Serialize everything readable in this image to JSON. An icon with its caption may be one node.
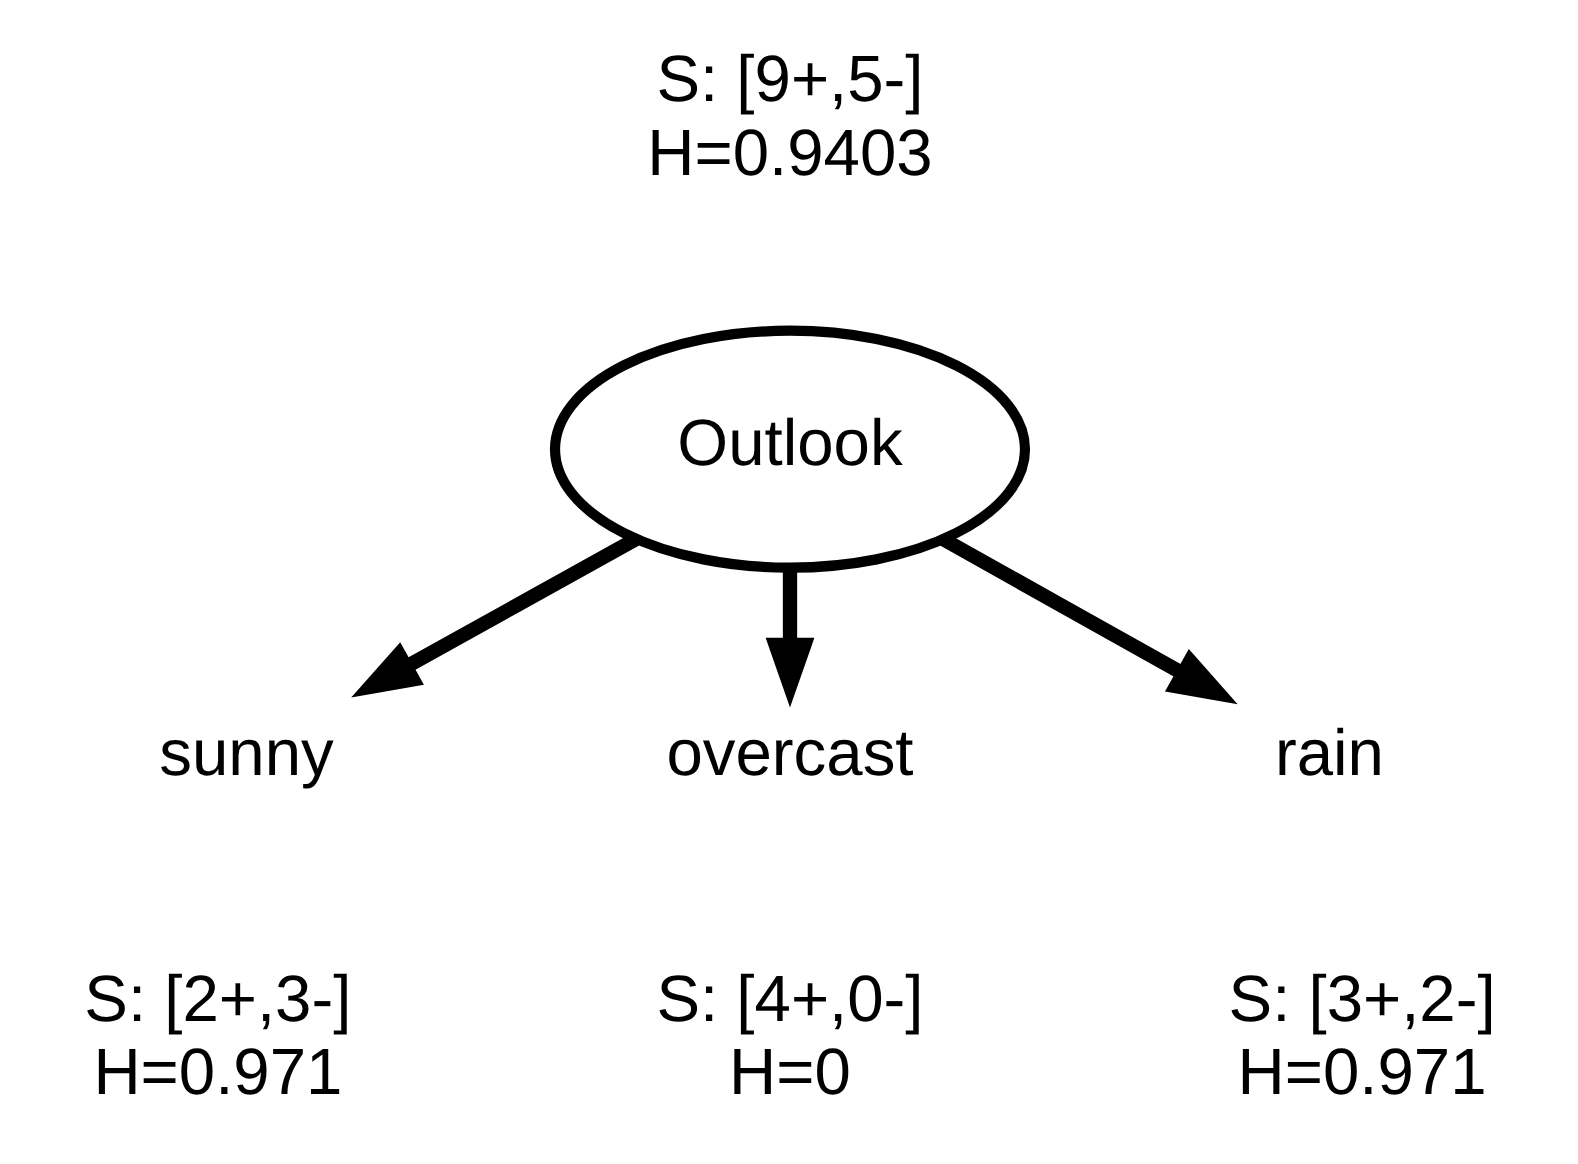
{
  "diagram": {
    "nodes": [
      {
        "text": [
          "Outlook"
        ],
        "beside": [
          "S: [9+,5-]",
          "H=0.9403"
        ]
      },
      {
        "text": [
          "sunny"
        ],
        "beside": [
          "S: [2+,3-]",
          "H=0.971"
        ]
      },
      {
        "text": [
          "overcast"
        ],
        "beside": [
          "S: [4+,0-]",
          "H=0"
        ]
      },
      {
        "text": [
          "rain"
        ],
        "beside": [
          "S: [3+,2-]",
          "H=0.971"
        ]
      }
    ],
    "edges": [
      {
        "from": 0,
        "to": 1,
        "arrow": "to"
      },
      {
        "from": 0,
        "to": 2,
        "arrow": "to"
      },
      {
        "from": 0,
        "to": 3,
        "arrow": "to"
      }
    ]
  }
}
